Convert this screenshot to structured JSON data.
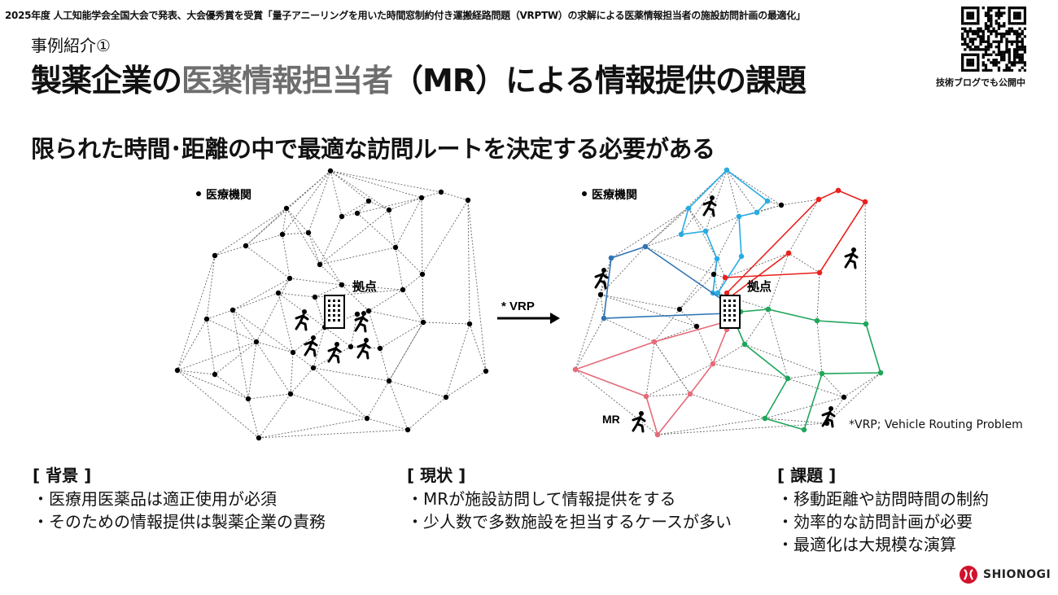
{
  "top_note": "2025年度 人工知能学会全国大会で発表、大会優秀賞を受賞「量子アニーリングを用いた時間窓制約付き運搬経路問題（VRPTW）の求解による医薬情報担当者の施設訪問計画の最適化」",
  "case_label": "事例紹介①",
  "title": {
    "part1": "製薬企業の",
    "part2": "医薬情報担当者",
    "part3": "（MR）による情報提供の課題"
  },
  "qr_caption": "技術ブログでも公開中",
  "subtitle": "限られた時間･距離の中で最適な訪問ルートを決定する必要がある",
  "diagram": {
    "left_legend": "医療機関",
    "left_base_label": "拠点",
    "arrow_label": "* VRP",
    "right_legend": "医療機関",
    "right_base_label": "拠点",
    "mr_label": "MR",
    "route_colors": {
      "cyan": "#29abe2",
      "blue": "#2f74b5",
      "red": "#e8211d",
      "pink": "#e56b79",
      "green": "#1ea65a"
    }
  },
  "footnote": "*VRP; Vehicle Routing Problem",
  "columns": [
    {
      "heading": "[ 背景 ]",
      "items": [
        "・医療用医薬品は適正使用が必須",
        "・そのための情報提供は製薬企業の責務"
      ]
    },
    {
      "heading": "[ 現状 ]",
      "items": [
        "・MRが施設訪問して情報提供をする",
        "・少人数で多数施設を担当するケースが多い"
      ]
    },
    {
      "heading": "[ 課題 ]",
      "items": [
        "・移動距離や訪問時間の制約",
        "・効率的な訪問計画が必要",
        "・最適化は大規模な演算"
      ]
    }
  ],
  "logo_text": "SHIONOGI"
}
